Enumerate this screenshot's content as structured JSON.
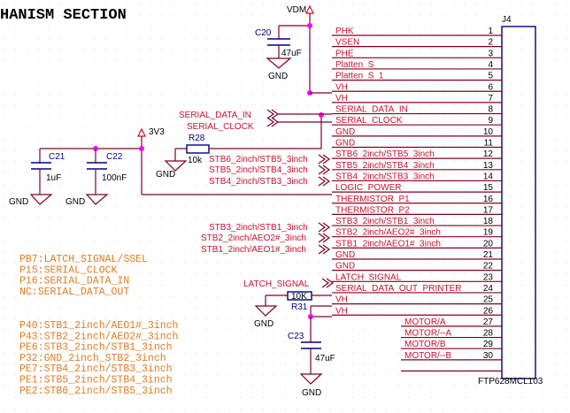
{
  "title": "HANISM  SECTION",
  "connector": {
    "ref": "J4",
    "part": "FTP628MCL103",
    "pins": [
      {
        "num": "1",
        "net": "PHK"
      },
      {
        "num": "2",
        "net": "VSEN"
      },
      {
        "num": "3",
        "net": "PHE"
      },
      {
        "num": "4",
        "net": "Platten_S"
      },
      {
        "num": "5",
        "net": "Platten_S_1"
      },
      {
        "num": "6",
        "net": "VH"
      },
      {
        "num": "7",
        "net": "VH"
      },
      {
        "num": "8",
        "net": "SERIAL_DATA_IN"
      },
      {
        "num": "9",
        "net": "SERIAL_CLOCK"
      },
      {
        "num": "10",
        "net": "GND"
      },
      {
        "num": "11",
        "net": "GND"
      },
      {
        "num": "12",
        "net": "STB6_2inch/STB5_3inch"
      },
      {
        "num": "13",
        "net": "STB5_2inch/STB4_3inch"
      },
      {
        "num": "14",
        "net": "STB4_2inch/STB3_3inch"
      },
      {
        "num": "15",
        "net": "LOGIC_POWER"
      },
      {
        "num": "16",
        "net": "THERMISTOR_P1"
      },
      {
        "num": "17",
        "net": "THERMISTOR_P2"
      },
      {
        "num": "18",
        "net": "STB3_2inch/STB1_3inch"
      },
      {
        "num": "19",
        "net": "STB2_2inch/AEO2#_3inch"
      },
      {
        "num": "20",
        "net": "STB1_2inch/AEO1#_3inch"
      },
      {
        "num": "21",
        "net": "GND"
      },
      {
        "num": "22",
        "net": "GND"
      },
      {
        "num": "23",
        "net": "LATCH_SIGNAL"
      },
      {
        "num": "24",
        "net": "SERIAL_DATA_OUT_PRINTER"
      },
      {
        "num": "25",
        "net": "VH"
      },
      {
        "num": "26",
        "net": "VH"
      },
      {
        "num": "27",
        "net": "MOTOR/A"
      },
      {
        "num": "28",
        "net": "MOTOR/--A"
      },
      {
        "num": "29",
        "net": "MOTOR/B"
      },
      {
        "num": "30",
        "net": "MOTOR/--B"
      }
    ]
  },
  "power": {
    "vdm": "VDM",
    "v3v3": "3V3",
    "gnd": "GND"
  },
  "components": {
    "c20": {
      "ref": "C20",
      "value": "47uF"
    },
    "c21": {
      "ref": "C21",
      "value": "1uF"
    },
    "c22": {
      "ref": "C22",
      "value": "100nF"
    },
    "c23": {
      "ref": "C23",
      "value": "47uF"
    },
    "r28": {
      "ref": "R28",
      "value": "10k"
    },
    "r31": {
      "ref": "R31",
      "value": "10K"
    }
  },
  "port_labels": {
    "serial_data_in": "SERIAL_DATA_IN",
    "serial_clock": "SERIAL_CLOCK",
    "stb6": "STB6_2inch/STB5_3inch",
    "stb5": "STB5_2inch/STB4_3inch",
    "stb4": "STB4_2inch/STB3_3inch",
    "stb3": "STB3_2inch/STB1_3inch",
    "stb2": "STB2_2inch/AEO2#_3inch",
    "stb1": "STB1_2inch/AEO1#_3inch",
    "latch": "LATCH_SIGNAL"
  },
  "notes_group1": [
    "PB7:LATCH_SIGNAL/SSEL",
    "P15:SERIAL_CLOCK",
    "P16:SERIAL_DATA_IN",
    "NC:SERIAL_DATA_OUT"
  ],
  "notes_group2": [
    "P40:STB1_2inch/AEO1#_3inch",
    "P43:STB2_2inch/AEO2#_3inch",
    "PE6:STB3_2inch/STB1_3inch",
    "P32:GND_2inch_STB2_3inch",
    "PE7:STB4_2inch/STB3_3inch",
    "PE1:STB5_2inch/STB4_3inch",
    "PE2:STB6_2inch/STB5_3inch"
  ]
}
